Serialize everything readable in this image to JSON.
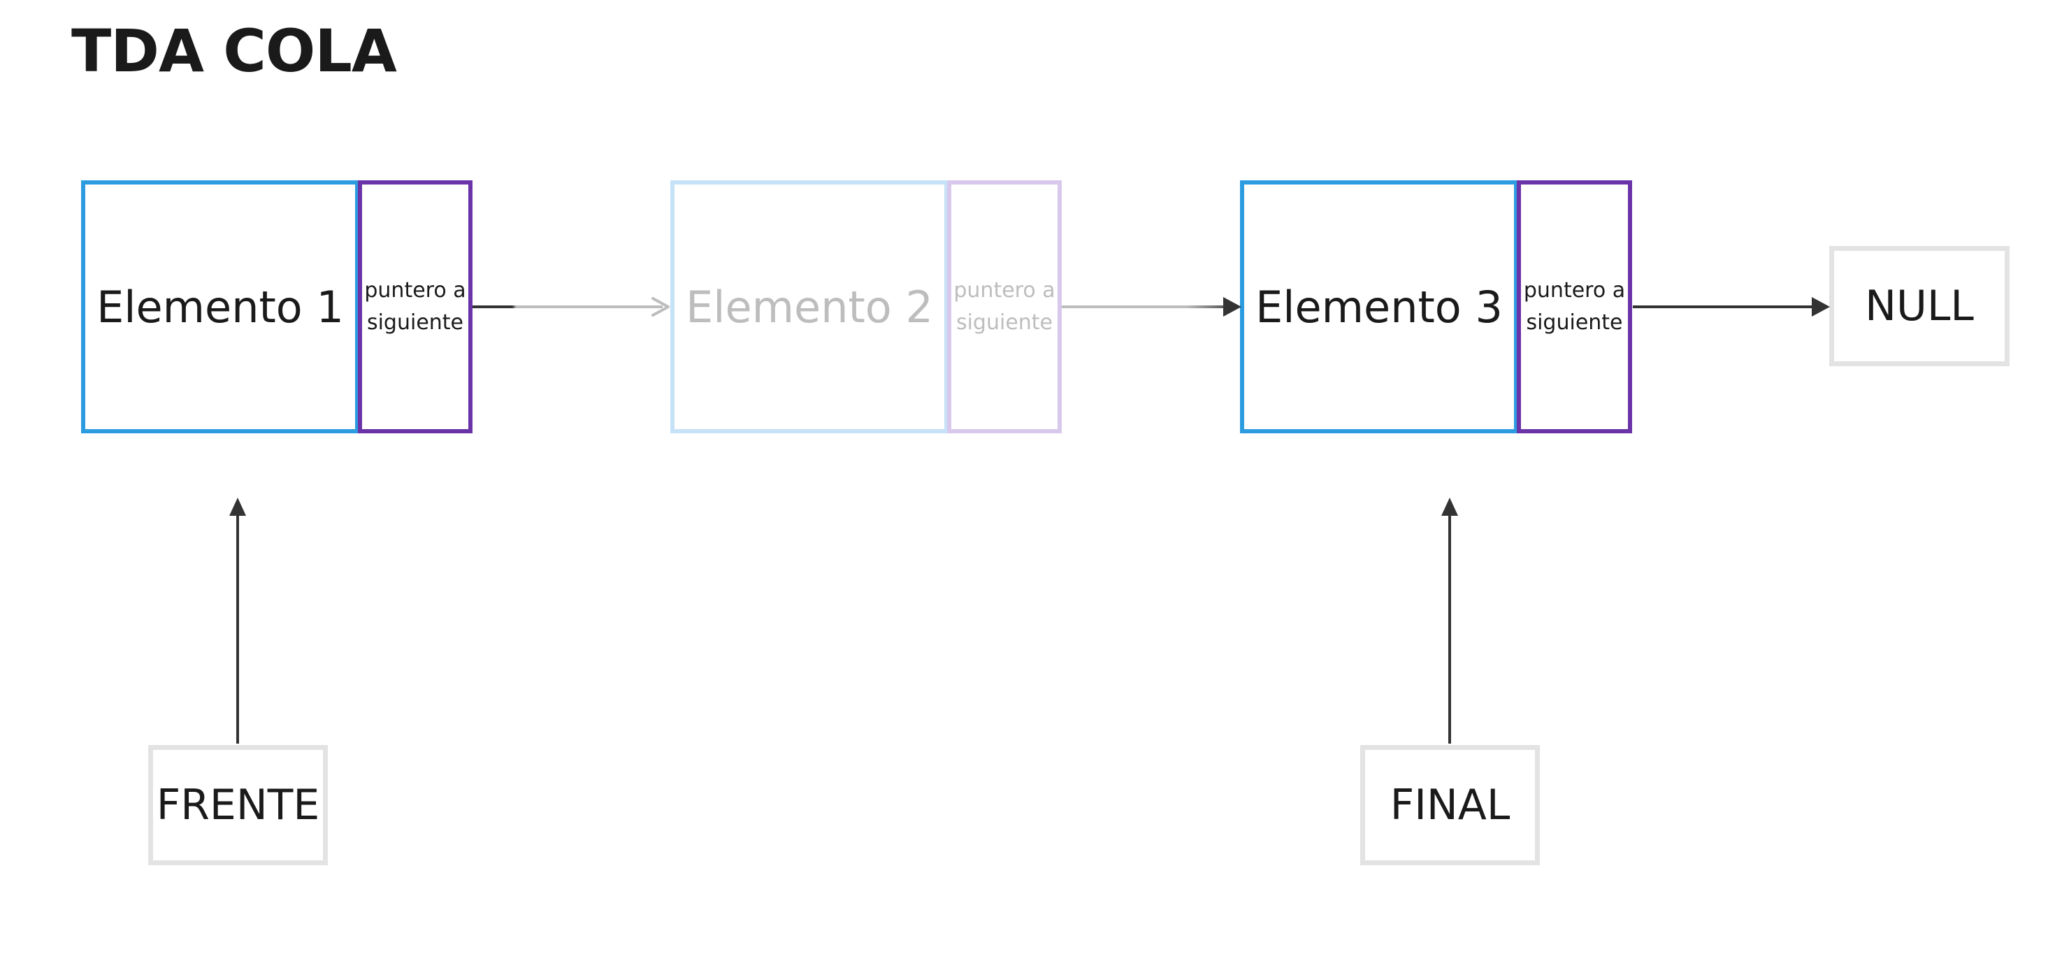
{
  "title": "TDA COLA",
  "nodes": [
    {
      "element_label": "Elemento 1",
      "pointer_label": "puntero a\nsiguiente"
    },
    {
      "element_label": "Elemento 2",
      "pointer_label": "puntero a\nsiguiente"
    },
    {
      "element_label": "Elemento 3",
      "pointer_label": "puntero a\nsiguiente"
    }
  ],
  "null_label": "NULL",
  "front_label": "FRENTE",
  "rear_label": "FINAL",
  "colors": {
    "element_border": "#2d9be0",
    "pointer_border": "#6a33a8",
    "faded_element_border": "#c6e2f7",
    "faded_pointer_border": "#d8c8ec",
    "faded_text": "#bdbdbd",
    "box_border": "#e3e3e3",
    "arrow": "#333333",
    "faded_arrow": "#bdbdbd"
  }
}
